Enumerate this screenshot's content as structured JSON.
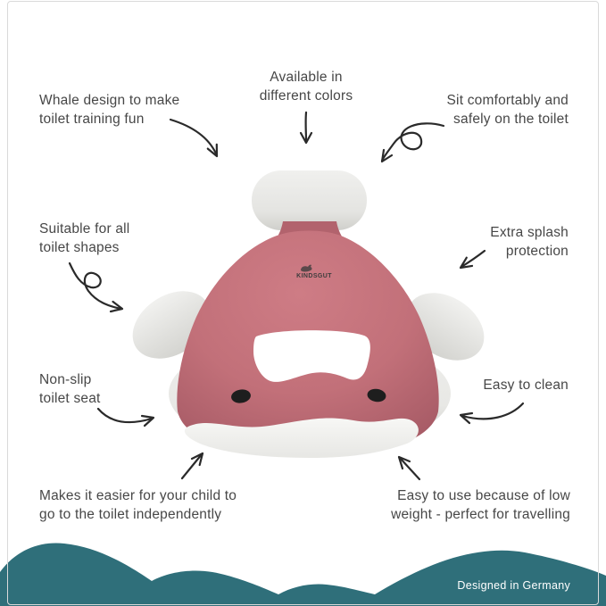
{
  "product": {
    "brand": "KINDSGUT",
    "description": "whale-shaped toilet training seat",
    "colors": {
      "body_pink": "#C06E78",
      "body_pink_dark": "#A65A65",
      "white_parts": "#E9E9E6",
      "eyes": "#1E1E1E"
    }
  },
  "annotations": [
    {
      "id": "whale-design",
      "text": "Whale design to make\ntoilet training fun"
    },
    {
      "id": "available-colors",
      "text": "Available in\ndifferent colors"
    },
    {
      "id": "sit-comfortably",
      "text": "Sit comfortably and\nsafely on the toilet"
    },
    {
      "id": "suitable-shapes",
      "text": "Suitable for all\ntoilet shapes"
    },
    {
      "id": "extra-splash",
      "text": "Extra splash\nprotection"
    },
    {
      "id": "non-slip",
      "text": "Non-slip\ntoilet seat"
    },
    {
      "id": "easy-clean",
      "text": "Easy to clean"
    },
    {
      "id": "child-independent",
      "text": "Makes it easier for your child to\ngo to the toilet independently"
    },
    {
      "id": "low-weight",
      "text": "Easy to use because of low\nweight - perfect for travelling"
    }
  ],
  "footer": {
    "designed_in": "Designed in Germany",
    "wave_color": "#2F6F7A"
  }
}
